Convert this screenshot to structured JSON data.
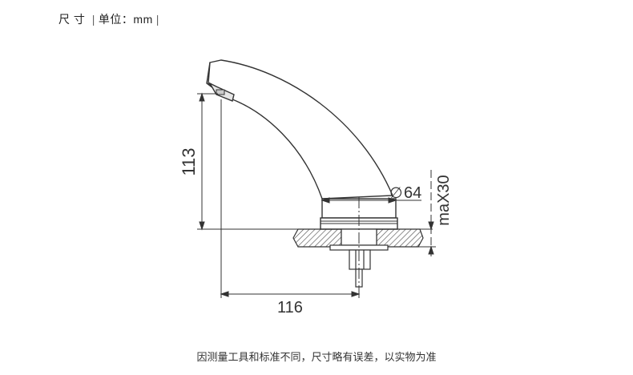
{
  "header": {
    "title": "尺 寸",
    "unit_label": "单位：mm",
    "separator": "|"
  },
  "dimensions": {
    "height": "113",
    "width": "116",
    "diameter": "64",
    "diameter_symbol": "∅",
    "max_thickness": "maX30"
  },
  "footer": {
    "note": "因测量工具和标准不同，尺寸略有误差，以实物为准"
  },
  "colors": {
    "line": "#333333",
    "hatch": "#444444",
    "text": "#333333"
  }
}
